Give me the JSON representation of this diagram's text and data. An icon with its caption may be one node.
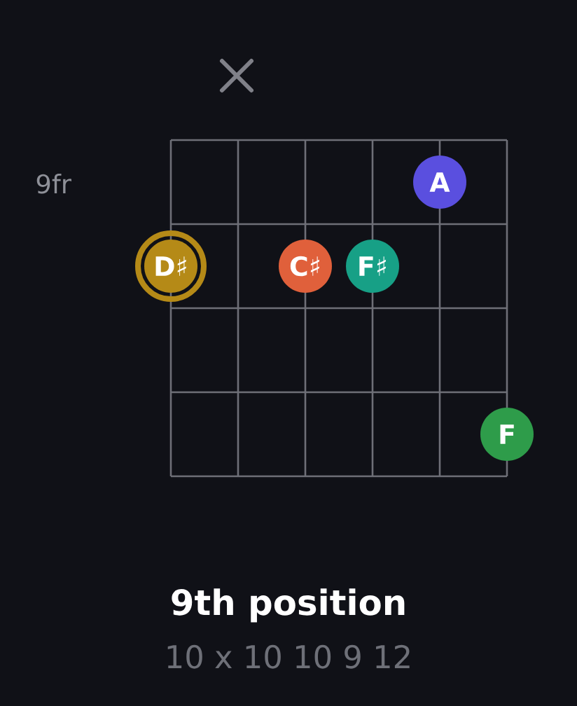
{
  "diagram": {
    "title": "9th position",
    "nodes": [
      {
        "text": [
          "A"
        ]
      },
      {
        "text": [
          "D♯"
        ]
      },
      {
        "text": [
          "C♯"
        ]
      },
      {
        "text": [
          "F♯"
        ]
      },
      {
        "text": [
          "F"
        ]
      }
    ],
    "labels": [
      "9fr",
      "10 x 10 10 9 12"
    ]
  }
}
